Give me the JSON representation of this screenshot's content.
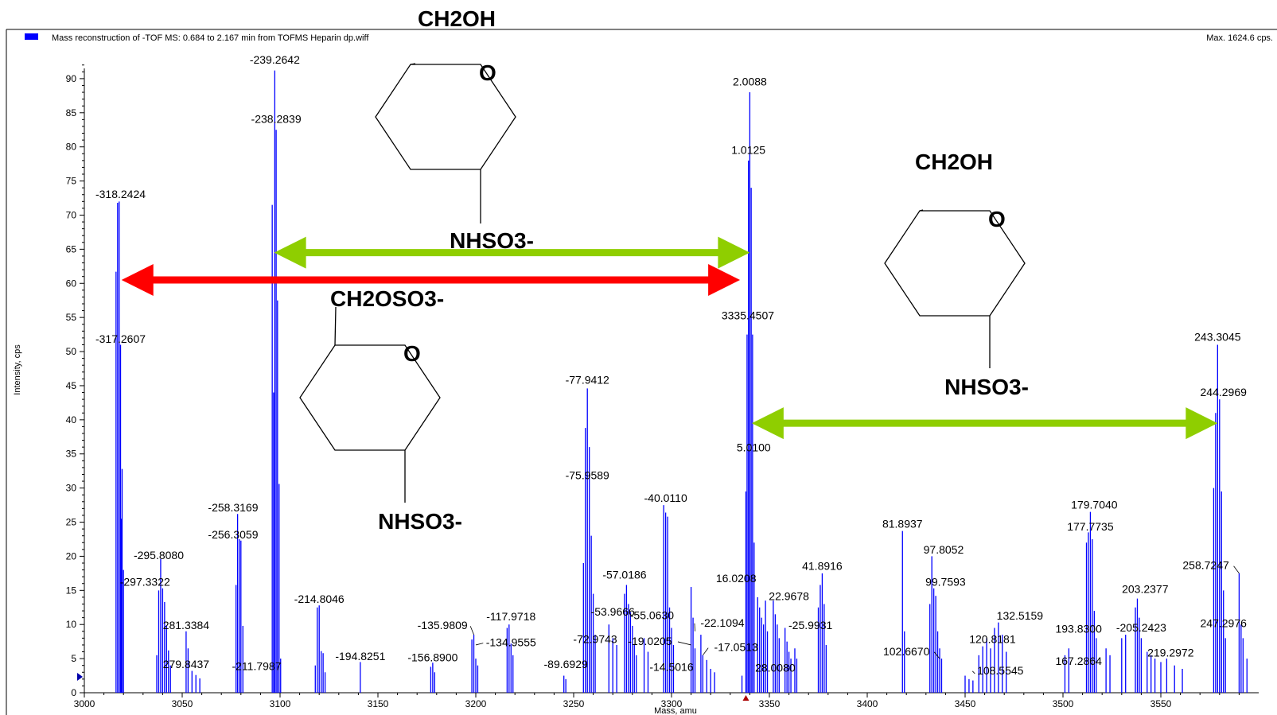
{
  "chart_data": {
    "type": "bar",
    "subtype": "mass-spectrum",
    "title": "Mass reconstruction of -TOF MS: 0.684 to 2.167 min from TOFMS Heparin dp.wiff",
    "max_label": "Max. 1624.6 cps.",
    "xlabel": "Mass, amu",
    "ylabel": "Intensity, cps",
    "xlim": [
      3000,
      3600
    ],
    "ylim": [
      0,
      95
    ],
    "x_ticks": [
      3000,
      3050,
      3100,
      3150,
      3200,
      3250,
      3300,
      3350,
      3400,
      3450,
      3500,
      3550
    ],
    "y_ticks": [
      0,
      5,
      10,
      15,
      20,
      25,
      30,
      35,
      40,
      45,
      50,
      55,
      60,
      65,
      70,
      75,
      80,
      85,
      90
    ],
    "series_color": "#0000ff",
    "peaks": [
      {
        "x": 3017.0,
        "y": 71.8
      },
      {
        "x": 3016.2,
        "y": 61.7
      },
      {
        "x": 3017.8,
        "y": 72.0
      },
      {
        "x": 3018.5,
        "y": 51.0
      },
      {
        "x": 3019.3,
        "y": 32.8
      },
      {
        "x": 3018.9,
        "y": 25.5
      },
      {
        "x": 3020.0,
        "y": 18.0
      },
      {
        "x": 3038.0,
        "y": 15.0
      },
      {
        "x": 3039.0,
        "y": 19.6
      },
      {
        "x": 3040.0,
        "y": 15.3
      },
      {
        "x": 3041.0,
        "y": 13.3
      },
      {
        "x": 3042.0,
        "y": 9.8
      },
      {
        "x": 3043.0,
        "y": 6.2
      },
      {
        "x": 3044.0,
        "y": 4.0
      },
      {
        "x": 3037.0,
        "y": 5.5
      },
      {
        "x": 3052.0,
        "y": 9.0
      },
      {
        "x": 3053.0,
        "y": 6.5
      },
      {
        "x": 3055.0,
        "y": 3.2
      },
      {
        "x": 3057.0,
        "y": 2.6
      },
      {
        "x": 3059.0,
        "y": 2.1
      },
      {
        "x": 3078.3,
        "y": 26.2
      },
      {
        "x": 3077.5,
        "y": 15.8
      },
      {
        "x": 3079.2,
        "y": 22.5
      },
      {
        "x": 3080.0,
        "y": 22.3
      },
      {
        "x": 3081.0,
        "y": 9.8
      },
      {
        "x": 3096.0,
        "y": 71.5
      },
      {
        "x": 3096.7,
        "y": 44.0
      },
      {
        "x": 3097.3,
        "y": 91.2
      },
      {
        "x": 3098.0,
        "y": 82.5
      },
      {
        "x": 3098.7,
        "y": 57.5
      },
      {
        "x": 3099.5,
        "y": 30.6
      },
      {
        "x": 3100.3,
        "y": 5.0
      },
      {
        "x": 3119.0,
        "y": 12.5
      },
      {
        "x": 3120.0,
        "y": 12.8
      },
      {
        "x": 3121.0,
        "y": 6.1
      },
      {
        "x": 3122.0,
        "y": 5.8
      },
      {
        "x": 3123.0,
        "y": 3.0
      },
      {
        "x": 3118.0,
        "y": 4.0
      },
      {
        "x": 3141.0,
        "y": 4.5
      },
      {
        "x": 3177.0,
        "y": 3.8
      },
      {
        "x": 3178.0,
        "y": 4.4
      },
      {
        "x": 3179.0,
        "y": 3.0
      },
      {
        "x": 3198.0,
        "y": 7.8
      },
      {
        "x": 3199.0,
        "y": 8.5
      },
      {
        "x": 3200.0,
        "y": 5.0
      },
      {
        "x": 3201.0,
        "y": 4.0
      },
      {
        "x": 3216.0,
        "y": 9.5
      },
      {
        "x": 3217.0,
        "y": 10.0
      },
      {
        "x": 3218.0,
        "y": 7.2
      },
      {
        "x": 3219.0,
        "y": 5.5
      },
      {
        "x": 3245.0,
        "y": 2.5
      },
      {
        "x": 3246.0,
        "y": 2.0
      },
      {
        "x": 3256.0,
        "y": 38.8
      },
      {
        "x": 3257.0,
        "y": 44.6
      },
      {
        "x": 3258.0,
        "y": 36.0
      },
      {
        "x": 3259.0,
        "y": 23.0
      },
      {
        "x": 3260.0,
        "y": 14.5
      },
      {
        "x": 3255.0,
        "y": 19.0
      },
      {
        "x": 3261.0,
        "y": 8.5
      },
      {
        "x": 3268.0,
        "y": 10.0
      },
      {
        "x": 3270.0,
        "y": 8.0
      },
      {
        "x": 3272.0,
        "y": 7.0
      },
      {
        "x": 3276.0,
        "y": 14.5
      },
      {
        "x": 3277.0,
        "y": 15.8
      },
      {
        "x": 3278.0,
        "y": 13.0
      },
      {
        "x": 3279.0,
        "y": 11.8
      },
      {
        "x": 3280.0,
        "y": 9.8
      },
      {
        "x": 3281.0,
        "y": 7.0
      },
      {
        "x": 3282.0,
        "y": 5.5
      },
      {
        "x": 3286.0,
        "y": 8.0
      },
      {
        "x": 3288.0,
        "y": 6.0
      },
      {
        "x": 3296.0,
        "y": 27.5
      },
      {
        "x": 3297.0,
        "y": 26.4
      },
      {
        "x": 3298.0,
        "y": 25.8
      },
      {
        "x": 3299.0,
        "y": 12.5
      },
      {
        "x": 3300.0,
        "y": 9.5
      },
      {
        "x": 3301.0,
        "y": 7.0
      },
      {
        "x": 3310.0,
        "y": 15.5
      },
      {
        "x": 3311.0,
        "y": 11.0
      },
      {
        "x": 3312.0,
        "y": 6.5
      },
      {
        "x": 3315.0,
        "y": 8.5
      },
      {
        "x": 3316.0,
        "y": 5.5
      },
      {
        "x": 3318.0,
        "y": 4.8
      },
      {
        "x": 3320.0,
        "y": 3.5
      },
      {
        "x": 3322.0,
        "y": 3.0
      },
      {
        "x": 3336.0,
        "y": 2.5
      },
      {
        "x": 3338.6,
        "y": 52.5
      },
      {
        "x": 3339.3,
        "y": 78.0
      },
      {
        "x": 3340.0,
        "y": 88.0
      },
      {
        "x": 3340.7,
        "y": 74.0
      },
      {
        "x": 3341.4,
        "y": 52.5
      },
      {
        "x": 3338.0,
        "y": 29.5
      },
      {
        "x": 3342.2,
        "y": 22.0
      },
      {
        "x": 3344.0,
        "y": 14.0
      },
      {
        "x": 3345.0,
        "y": 12.5
      },
      {
        "x": 3346.0,
        "y": 11.0
      },
      {
        "x": 3347.0,
        "y": 10.0
      },
      {
        "x": 3348.0,
        "y": 13.5
      },
      {
        "x": 3349.0,
        "y": 9.0
      },
      {
        "x": 3352.0,
        "y": 13.5
      },
      {
        "x": 3353.0,
        "y": 11.5
      },
      {
        "x": 3354.0,
        "y": 10.0
      },
      {
        "x": 3355.0,
        "y": 8.0
      },
      {
        "x": 3358.0,
        "y": 9.5
      },
      {
        "x": 3359.0,
        "y": 7.5
      },
      {
        "x": 3360.0,
        "y": 6.0
      },
      {
        "x": 3361.0,
        "y": 5.0
      },
      {
        "x": 3363.0,
        "y": 6.5
      },
      {
        "x": 3364.0,
        "y": 5.0
      },
      {
        "x": 3375.0,
        "y": 12.5
      },
      {
        "x": 3376.0,
        "y": 15.8
      },
      {
        "x": 3377.0,
        "y": 17.5
      },
      {
        "x": 3378.0,
        "y": 13.0
      },
      {
        "x": 3379.0,
        "y": 7.0
      },
      {
        "x": 3418.0,
        "y": 23.7
      },
      {
        "x": 3419.0,
        "y": 9.0
      },
      {
        "x": 3432.0,
        "y": 13.0
      },
      {
        "x": 3433.0,
        "y": 20.0
      },
      {
        "x": 3434.0,
        "y": 15.3
      },
      {
        "x": 3435.0,
        "y": 14.2
      },
      {
        "x": 3436.0,
        "y": 9.0
      },
      {
        "x": 3437.0,
        "y": 6.5
      },
      {
        "x": 3438.0,
        "y": 5.0
      },
      {
        "x": 3450.0,
        "y": 2.5
      },
      {
        "x": 3452.0,
        "y": 2.0
      },
      {
        "x": 3454.0,
        "y": 1.8
      },
      {
        "x": 3457.0,
        "y": 5.5
      },
      {
        "x": 3459.0,
        "y": 6.8
      },
      {
        "x": 3461.0,
        "y": 8.0
      },
      {
        "x": 3463.0,
        "y": 6.5
      },
      {
        "x": 3465.0,
        "y": 9.5
      },
      {
        "x": 3467.0,
        "y": 10.3
      },
      {
        "x": 3469.0,
        "y": 8.5
      },
      {
        "x": 3471.0,
        "y": 6.0
      },
      {
        "x": 3501.0,
        "y": 5.5
      },
      {
        "x": 3503.0,
        "y": 6.5
      },
      {
        "x": 3512.0,
        "y": 22.0
      },
      {
        "x": 3513.0,
        "y": 23.5
      },
      {
        "x": 3514.0,
        "y": 26.5
      },
      {
        "x": 3515.0,
        "y": 22.5
      },
      {
        "x": 3516.0,
        "y": 12.0
      },
      {
        "x": 3517.0,
        "y": 8.0
      },
      {
        "x": 3522.0,
        "y": 6.5
      },
      {
        "x": 3524.0,
        "y": 5.5
      },
      {
        "x": 3530.0,
        "y": 8.0
      },
      {
        "x": 3532.0,
        "y": 8.5
      },
      {
        "x": 3537.0,
        "y": 12.5
      },
      {
        "x": 3538.0,
        "y": 13.8
      },
      {
        "x": 3539.0,
        "y": 11.0
      },
      {
        "x": 3540.0,
        "y": 8.0
      },
      {
        "x": 3543.0,
        "y": 6.0
      },
      {
        "x": 3545.0,
        "y": 5.5
      },
      {
        "x": 3547.0,
        "y": 5.0
      },
      {
        "x": 3550.0,
        "y": 4.5
      },
      {
        "x": 3553.0,
        "y": 5.0
      },
      {
        "x": 3557.0,
        "y": 4.0
      },
      {
        "x": 3561.0,
        "y": 3.5
      },
      {
        "x": 3577.0,
        "y": 30.0
      },
      {
        "x": 3578.0,
        "y": 41.0
      },
      {
        "x": 3579.0,
        "y": 51.0
      },
      {
        "x": 3580.0,
        "y": 43.0
      },
      {
        "x": 3581.0,
        "y": 29.5
      },
      {
        "x": 3582.0,
        "y": 15.0
      },
      {
        "x": 3583.0,
        "y": 8.0
      },
      {
        "x": 3590.0,
        "y": 17.5
      },
      {
        "x": 3591.0,
        "y": 10.0
      },
      {
        "x": 3592.0,
        "y": 8.0
      },
      {
        "x": 3594.0,
        "y": 5.0
      }
    ],
    "peak_labels": [
      {
        "text": "-318.2424",
        "x": 3018,
        "y": 71.8,
        "lx": 3018.5,
        "ly": 72.5
      },
      {
        "text": "-317.2607",
        "x": 3018.5,
        "y": 51.0,
        "lx": 3018.5,
        "ly": 51.3
      },
      {
        "text": "-295.8080",
        "x": 3039,
        "y": 19.6,
        "lx": 3038,
        "ly": 19.6
      },
      {
        "text": "-297.3322",
        "x": 3040,
        "y": 15.3,
        "lx": 3031,
        "ly": 15.7
      },
      {
        "text": "281.3384",
        "x": 3052,
        "y": 9.0,
        "lx": 3052,
        "ly": 9.3
      },
      {
        "text": "279.8437",
        "x": 3055,
        "y": 3.2,
        "lx": 3052,
        "ly": 3.6
      },
      {
        "text": "-258.3169",
        "x": 3078.3,
        "y": 26.2,
        "lx": 3076,
        "ly": 26.6
      },
      {
        "text": "-256.3059",
        "x": 3080,
        "y": 22.3,
        "lx": 3076,
        "ly": 22.6
      },
      {
        "text": "-239.2642",
        "x": 3097.3,
        "y": 91.2,
        "lx": 3097.3,
        "ly": 92.2
      },
      {
        "text": "-238.2839",
        "x": 3098,
        "y": 82.5,
        "lx": 3098,
        "ly": 83.5
      },
      {
        "text": "-211.7987",
        "x": 3100,
        "y": 3.5,
        "lx": 3088,
        "ly": 3.3
      },
      {
        "text": "-214.8046",
        "x": 3120,
        "y": 12.8,
        "lx": 3120,
        "ly": 13.2
      },
      {
        "text": "-194.8251",
        "x": 3141,
        "y": 4.5,
        "lx": 3141,
        "ly": 4.8
      },
      {
        "text": "-156.8900",
        "x": 3178,
        "y": 4.4,
        "lx": 3178,
        "ly": 4.6
      },
      {
        "text": "-135.9809",
        "x": 3199,
        "y": 8.5,
        "lx": 3183,
        "ly": 9.3
      },
      {
        "text": "-117.9718",
        "x": 3217,
        "y": 10.0,
        "lx": 3218,
        "ly": 10.6
      },
      {
        "text": "-134.9555",
        "x": 3200,
        "y": 7.0,
        "lx": 3218,
        "ly": 6.8
      },
      {
        "text": "-89.6929",
        "x": 3246,
        "y": 2.5,
        "lx": 3246,
        "ly": 3.6
      },
      {
        "text": "-77.9412",
        "x": 3257,
        "y": 44.6,
        "lx": 3257,
        "ly": 45.3
      },
      {
        "text": "-75.9589",
        "x": 3258,
        "y": 36.0,
        "lx": 3257,
        "ly": 31.3
      },
      {
        "text": "-72.9743",
        "x": 3261,
        "y": 8.5,
        "lx": 3261,
        "ly": 7.3
      },
      {
        "text": "-57.0186",
        "x": 3277,
        "y": 15.8,
        "lx": 3276,
        "ly": 16.7
      },
      {
        "text": "-53.9666",
        "x": 3272,
        "y": 11.3,
        "lx": 3270,
        "ly": 11.3
      },
      {
        "text": "-55.0630",
        "x": 3280,
        "y": 11.3,
        "lx": 3290,
        "ly": 10.8
      },
      {
        "text": "-40.0110",
        "x": 3297,
        "y": 27.5,
        "lx": 3297,
        "ly": 28.0
      },
      {
        "text": "-19.0205",
        "x": 3310,
        "y": 7.0,
        "lx": 3289,
        "ly": 7.0
      },
      {
        "text": "-14.5016",
        "x": 3310,
        "y": 3.0,
        "lx": 3300,
        "ly": 3.2
      },
      {
        "text": "-22.1094",
        "x": 3312,
        "y": 9.0,
        "lx": 3326,
        "ly": 9.7
      },
      {
        "text": "-17.0513",
        "x": 3316,
        "y": 5.5,
        "lx": 3333,
        "ly": 6.1
      },
      {
        "text": "16.0208",
        "x": 3345,
        "y": 14.0,
        "lx": 3333,
        "ly": 16.2
      },
      {
        "text": "2.0088",
        "x": 3340,
        "y": 88.0,
        "lx": 3340,
        "ly": 89.0
      },
      {
        "text": "1.0125",
        "x": 3339.3,
        "y": 78.0,
        "lx": 3339.3,
        "ly": 79.0
      },
      {
        "text": "3335.4507",
        "x": 3339,
        "y": 54.0,
        "lx": 3339,
        "ly": 54.7
      },
      {
        "text": "5.0100",
        "x": 3342,
        "y": 35.0,
        "lx": 3342,
        "ly": 35.4
      },
      {
        "text": "22.9678",
        "x": 3352,
        "y": 13.5,
        "lx": 3360,
        "ly": 13.6
      },
      {
        "text": "41.8916",
        "x": 3377,
        "y": 17.5,
        "lx": 3377,
        "ly": 18.0
      },
      {
        "text": "-25.9931",
        "x": 3363,
        "y": 6.5,
        "lx": 3371,
        "ly": 9.3
      },
      {
        "text": "28.0080",
        "x": 3360,
        "y": 3.0,
        "lx": 3353,
        "ly": 3.1
      },
      {
        "text": "81.8937",
        "x": 3418,
        "y": 23.7,
        "lx": 3418,
        "ly": 24.2
      },
      {
        "text": "97.8052",
        "x": 3433,
        "y": 20.0,
        "lx": 3439,
        "ly": 20.4
      },
      {
        "text": "99.7593",
        "x": 3434,
        "y": 15.3,
        "lx": 3440,
        "ly": 15.7
      },
      {
        "text": "102.6670",
        "x": 3437,
        "y": 5.0,
        "lx": 3420,
        "ly": 5.5
      },
      {
        "text": "120.8181",
        "x": 3461,
        "y": 7.0,
        "lx": 3464,
        "ly": 7.3
      },
      {
        "text": "132.5159",
        "x": 3467,
        "y": 10.3,
        "lx": 3478,
        "ly": 10.7
      },
      {
        "text": "108.5545",
        "x": 3455,
        "y": 2.8,
        "lx": 3468,
        "ly": 2.7
      },
      {
        "text": "179.7040",
        "x": 3514,
        "y": 26.5,
        "lx": 3516,
        "ly": 27.0
      },
      {
        "text": "177.7735",
        "x": 3513,
        "y": 23.5,
        "lx": 3514,
        "ly": 23.8
      },
      {
        "text": "193.8300",
        "x": 3520,
        "y": 8.8,
        "lx": 3508,
        "ly": 8.8
      },
      {
        "text": "167.2864",
        "x": 3503,
        "y": 4.2,
        "lx": 3508,
        "ly": 4.1
      },
      {
        "text": "-205.2423",
        "x": 3532,
        "y": 8.8,
        "lx": 3540,
        "ly": 9.0
      },
      {
        "text": "203.2377",
        "x": 3538,
        "y": 13.8,
        "lx": 3542,
        "ly": 14.6
      },
      {
        "text": "219.2972",
        "x": 3550,
        "y": 5.0,
        "lx": 3555,
        "ly": 5.3
      },
      {
        "text": "243.3045",
        "x": 3579,
        "y": 51.0,
        "lx": 3579,
        "ly": 51.6
      },
      {
        "text": "244.2969",
        "x": 3580,
        "y": 43.0,
        "lx": 3582,
        "ly": 43.5
      },
      {
        "text": "258.7247",
        "x": 3590,
        "y": 17.5,
        "lx": 3573,
        "ly": 18.1
      },
      {
        "text": "247.2976",
        "x": 3589,
        "y": 9.5,
        "lx": 3582,
        "ly": 9.6
      }
    ],
    "annotations": {
      "structures": [
        {
          "top_label": "CH2OH",
          "ring_label": "O",
          "bottom_label": "NHSO3-"
        },
        {
          "top_label": "CH2OSO3-",
          "ring_label": "O",
          "bottom_label": "NHSO3-"
        },
        {
          "top_label": "CH2OH",
          "ring_label": "O",
          "bottom_label": "NHSO3-"
        }
      ],
      "arrows": [
        {
          "color": "#ff0000",
          "from_x": 3019,
          "to_x": 3335,
          "y": 60.5
        },
        {
          "color": "#8fce00",
          "from_x": 3097,
          "to_x": 3340,
          "y": 64.5
        },
        {
          "color": "#8fce00",
          "from_x": 3341,
          "to_x": 3579,
          "y": 39.5
        }
      ]
    },
    "grid": false,
    "legend": "top-left"
  }
}
